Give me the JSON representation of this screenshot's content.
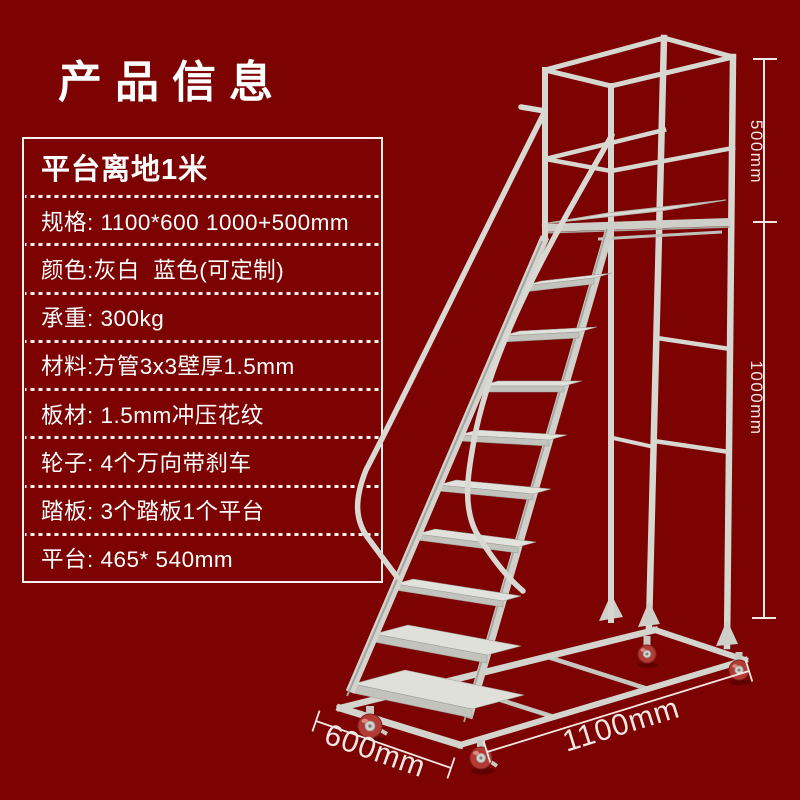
{
  "page": {
    "title": "产品信息"
  },
  "spec_table": {
    "header": "平台离地1米",
    "rows": [
      {
        "text": "规格: 1100*600 1000+500mm"
      },
      {
        "text": "颜色:灰白  蓝色(可定制)"
      },
      {
        "text": "承重: 300kg"
      },
      {
        "text": "材料:方管3x3壁厚1.5mm"
      },
      {
        "text": "板材: 1.5mm冲压花纹"
      },
      {
        "text": "轮子: 4个万向带刹车"
      },
      {
        "text": "踏板: 3个踏板1个平台"
      },
      {
        "text": "平台: 465* 540mm"
      }
    ]
  },
  "dimensions": {
    "top_height": {
      "label": "500mm"
    },
    "main_height": {
      "label": "1000mm"
    },
    "length": {
      "label": "1100mm"
    },
    "width": {
      "label": "600mm"
    }
  },
  "colors": {
    "background": "#7d0202",
    "metal": "#d7d7d2",
    "wheel_red": "#b43a35",
    "text": "#ffffff",
    "dimension_lines": "#f1e7e5"
  }
}
